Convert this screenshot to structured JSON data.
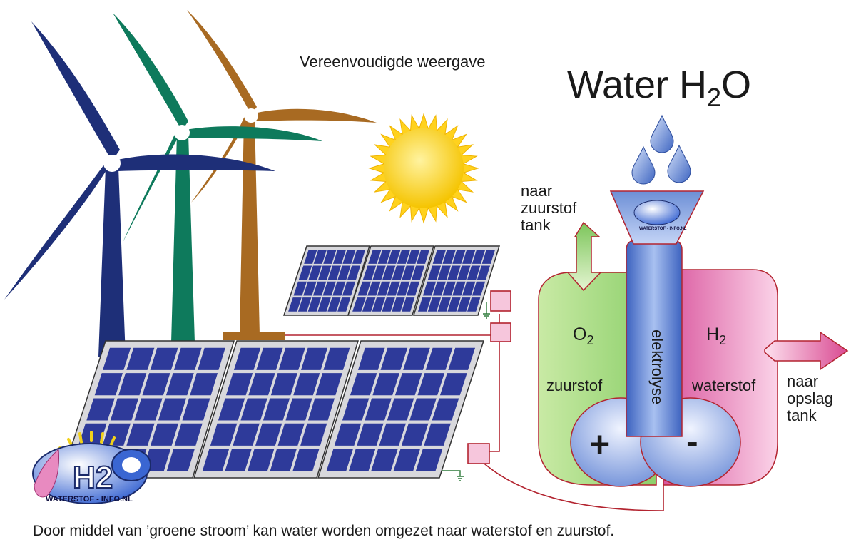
{
  "subtitle": "Vereenvoudigde weergave",
  "title": {
    "text": "Water H",
    "sub": "2",
    "tail": "O"
  },
  "oxygen": {
    "formula": "O",
    "sub": "2",
    "name": "zuurstof"
  },
  "hydrogen": {
    "formula": "H",
    "sub": "2",
    "name": "waterstof"
  },
  "electrolysis": "elektrolyse",
  "anode": "+",
  "cathode": "-",
  "oxygen_outlet": "naar\nzuurstof\ntank",
  "hydrogen_outlet": "naar\nopslag\ntank",
  "caption": "Door middel van  ’groene stroom’ kan water worden omgezet naar waterstof en zuurstof.",
  "logo": {
    "text": "WATERSTOF - INFO.NL"
  },
  "colors": {
    "turbine_blue": "#1e2f78",
    "turbine_green": "#0e7a5c",
    "turbine_brown": "#a86a22",
    "sun": "#ffd21e",
    "oxygen_tank": "#b6e08e",
    "hydrogen_tank": "#e782b8",
    "electrolyser": "#5a7fd0",
    "wire": "#b32430"
  }
}
